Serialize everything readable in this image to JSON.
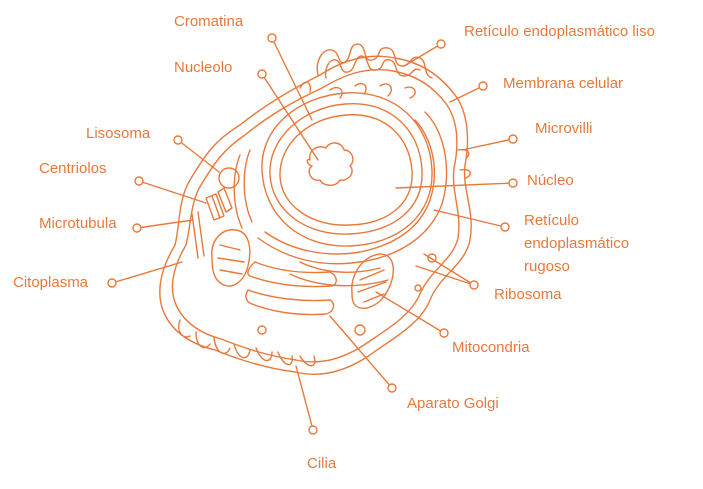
{
  "diagram": {
    "colors": {
      "line": "#e8793c",
      "text": "#e8793c",
      "background": "#ffffff"
    },
    "labels": {
      "cromatina": "Cromatina",
      "nucleolo": "Nucleolo",
      "lisosoma": "Lisosoma",
      "centriolos": "Centriolos",
      "microtubula": "Microtubula",
      "citoplasma": "Citoplasma",
      "cilia": "Cilia",
      "reticulo_liso": "Retículo endoplasmático liso",
      "membrana": "Membrana celular",
      "microvilli": "Microvilli",
      "nucleo": "Núcleo",
      "reticulo_rugoso_1": "Retículo",
      "reticulo_rugoso_2": "endoplasmático",
      "reticulo_rugoso_3": "rugoso",
      "ribosoma": "Ribosoma",
      "mitocondria": "Mitocondria",
      "golgi": "Aparato Golgi"
    }
  }
}
